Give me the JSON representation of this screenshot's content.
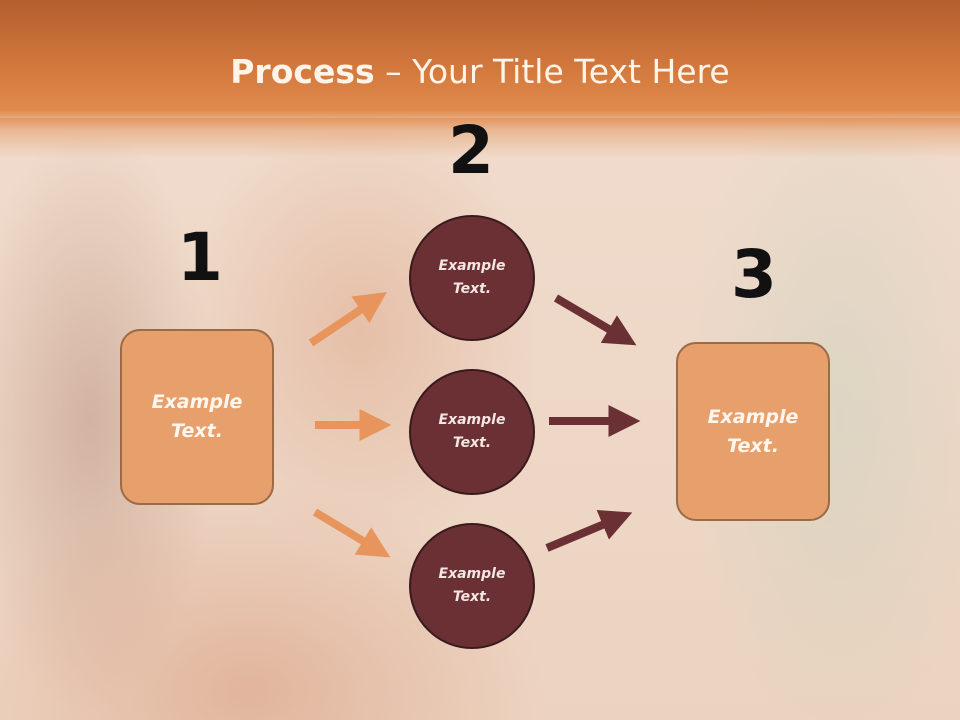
{
  "slide": {
    "title_bold": "Process",
    "title_rest": " – Your Title Text Here"
  },
  "steps": {
    "one": "1",
    "two": "2",
    "three": "3"
  },
  "left_box": {
    "label": "Example\nText."
  },
  "right_box": {
    "label": "Example\nText."
  },
  "circles": [
    {
      "label": "Example\nText."
    },
    {
      "label": "Example\nText."
    },
    {
      "label": "Example\nText."
    }
  ],
  "colors": {
    "header": "#d47a3e",
    "box_fill": "#e7a06c",
    "circle_fill": "#6b3034",
    "arrow_light": "#e8955d",
    "arrow_dark": "#6b3034"
  }
}
